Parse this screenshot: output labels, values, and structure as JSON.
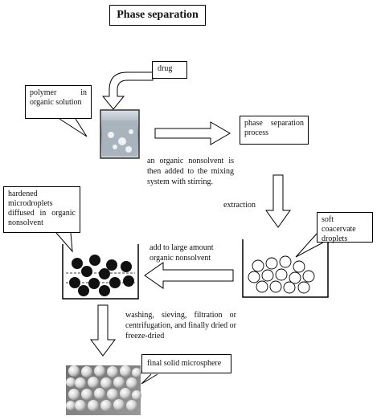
{
  "title": "Phase separation",
  "labels": {
    "drug": "drug",
    "polymer": "polymer in organic solution",
    "phase_process": "phase separation process",
    "nonsolvent_added": "an organic nonsolvent is then added to the mixing system with stirring.",
    "extraction": "extraction",
    "coacervate": "soft coacervate droplets",
    "hardened": "hardened microdroplets diffused in organic nonsolvent",
    "add_nonsolvent": "add to large amount organic nonsolvent",
    "washing": "washing, sieving, filtration or centrifugation, and finally dried or freeze-dried",
    "final": "final solid microsphere"
  }
}
